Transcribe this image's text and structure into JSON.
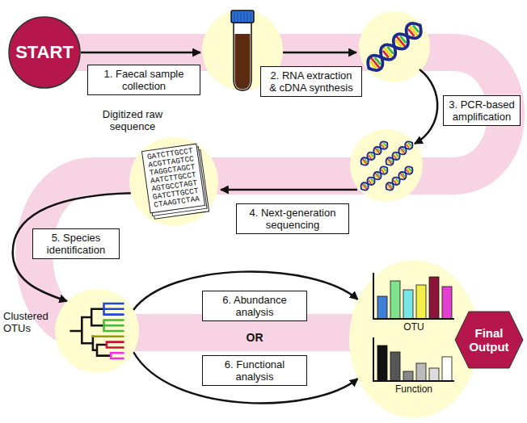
{
  "diagram": {
    "nodes": [
      {
        "text": [
          "START"
        ]
      },
      {
        "text": [
          "1. Faecal sample collection"
        ]
      },
      {
        "text": [
          "2. RNA extraction & cDNA synthesis"
        ]
      },
      {
        "text": [
          "3. PCR-based amplification"
        ]
      },
      {
        "text": [
          "4. Next-generation sequencing"
        ]
      },
      {
        "text": [
          "Digitized raw sequence"
        ]
      },
      {
        "text": [
          "5. Species identification"
        ]
      },
      {
        "text": [
          "Clustered OTUs"
        ]
      },
      {
        "text": [
          "6. Abundance analysis"
        ]
      },
      {
        "text": [
          "6. Functional analysis"
        ]
      },
      {
        "text": [
          "OTU",
          "Function"
        ]
      },
      {
        "text": [
          "Final Output"
        ]
      }
    ],
    "edges": [
      {
        "from": 5,
        "to": 7,
        "arrow": "to"
      },
      {
        "from": 7,
        "to": 10,
        "arrow": "to"
      },
      {
        "from": 7,
        "to": 10,
        "arrow": "to"
      }
    ],
    "labels": [
      "GATCTTGCCT",
      "ACGTTAGTCC",
      "TAGGCTAGCT",
      "AATCTTGCCT",
      "AGTGCCTAGT",
      "GATCTTGCCT",
      "CTAAGTCTAA",
      "OR"
    ]
  }
}
